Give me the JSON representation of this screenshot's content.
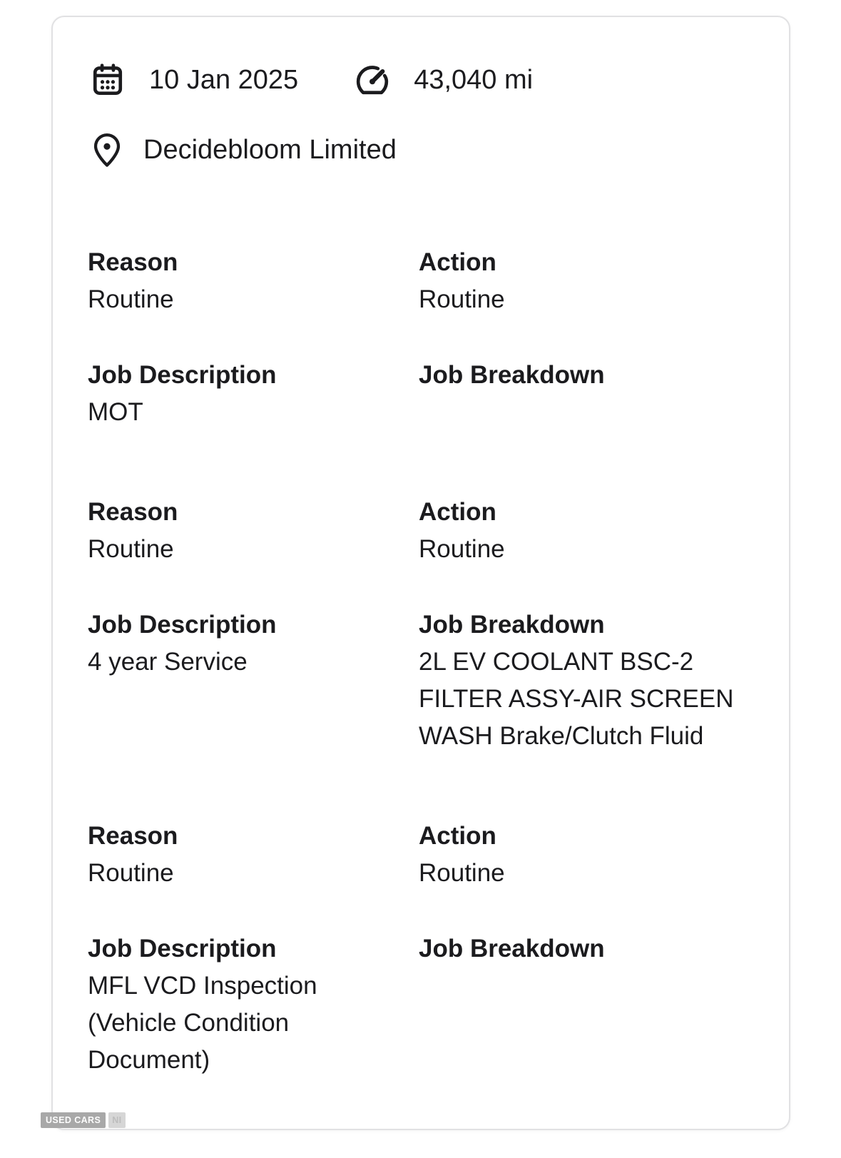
{
  "header": {
    "date": "10 Jan 2025",
    "mileage": "43,040 mi",
    "location": "Decidebloom Limited"
  },
  "labels": {
    "reason": "Reason",
    "action": "Action",
    "job_description": "Job Description",
    "job_breakdown": "Job Breakdown"
  },
  "records": [
    {
      "reason": "Routine",
      "action": "Routine",
      "job_description": "MOT",
      "job_breakdown": ""
    },
    {
      "reason": "Routine",
      "action": "Routine",
      "job_description": "4 year Service",
      "job_breakdown": "2L EV COOLANT BSC-2 FILTER ASSY-AIR SCREEN WASH Brake/Clutch Fluid"
    },
    {
      "reason": "Routine",
      "action": "Routine",
      "job_description": "MFL VCD Inspection (Vehicle Condition Document)",
      "job_breakdown": ""
    }
  ],
  "watermark": {
    "primary": "USED CARS",
    "secondary": "NI"
  },
  "icons": {
    "date": "calendar-icon",
    "mileage": "speedometer-icon",
    "location": "location-pin-icon"
  },
  "colors": {
    "text": "#1b1b1e",
    "card_border": "#e1e1e3",
    "watermark_primary_bg": "#a8a8a8",
    "watermark_secondary_bg": "#d6d6d6"
  }
}
